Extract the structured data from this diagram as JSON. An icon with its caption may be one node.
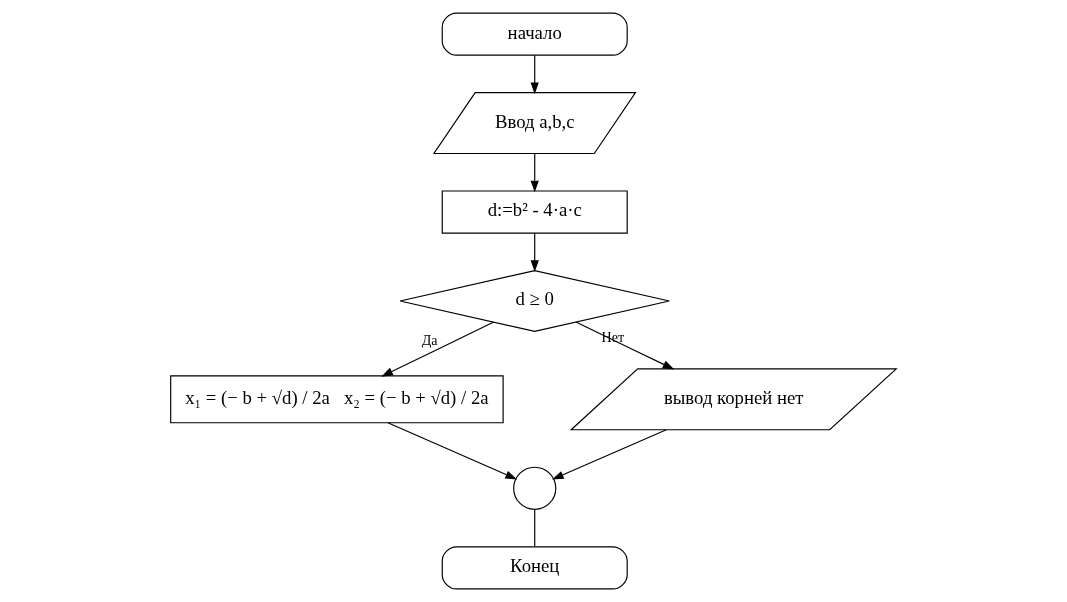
{
  "diagram": {
    "nodes": [
      {
        "text": [
          "начало"
        ]
      },
      {
        "text": [
          "Ввод a,b,c"
        ]
      },
      {
        "text": [
          "d:=b² - 4·a·c"
        ]
      },
      {
        "text": [
          "d ≥ 0"
        ]
      },
      {
        "text": [
          "x₁ = (− b + √d) / 2a   x₂ = (− b + √d) / 2a"
        ]
      },
      {
        "text": [
          "вывод корней нет"
        ]
      },
      {
        "text": [],
        "shape": "circle"
      },
      {
        "text": [
          "Конец"
        ]
      }
    ],
    "edges": [
      {
        "from": 0,
        "to": 1,
        "arrow": "to"
      },
      {
        "from": 1,
        "to": 2,
        "arrow": "to"
      },
      {
        "from": 2,
        "to": 3,
        "arrow": "to"
      },
      {
        "from": 3,
        "to": 4,
        "arrow": "to",
        "label": "Да"
      },
      {
        "from": 3,
        "to": 5,
        "arrow": "to",
        "label": "Нет"
      },
      {
        "from": 4,
        "to": 6,
        "arrow": "to"
      },
      {
        "from": 5,
        "to": 6,
        "arrow": "to"
      },
      {
        "from": 6,
        "to": 7,
        "arrow": "none"
      }
    ]
  }
}
